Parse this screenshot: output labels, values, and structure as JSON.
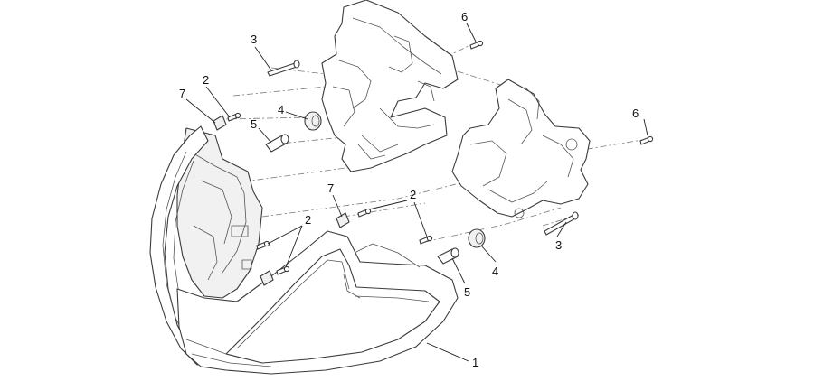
{
  "diagram": {
    "callouts": {
      "headlight_assembly": "1",
      "screw_left_top": "2",
      "screw_left_mid": "2",
      "screw_right_top": "2",
      "bolt_left": "3",
      "bolt_right": "3",
      "grommet_left": "4",
      "grommet_right": "4",
      "spacer_left": "5",
      "spacer_right": "5",
      "screw_top_left": "6",
      "screw_top_right": "6",
      "clip_left": "7",
      "clip_right": "7"
    }
  }
}
